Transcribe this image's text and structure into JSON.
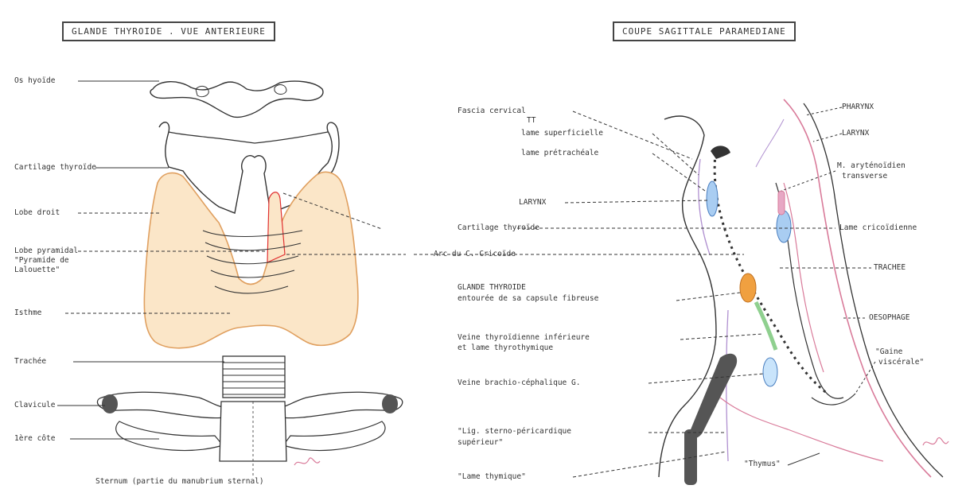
{
  "left_panel": {
    "title": "GLANDE THYROIDE . VUE ANTERIEURE",
    "labels": {
      "os_hyoide": "Os hyoïde",
      "cartilage_thyroide": "Cartilage thyroïde",
      "lobe_droit": "Lobe droit",
      "lobe_pyramidal_1": "Lobe pyramidal",
      "lobe_pyramidal_2": "\"Pyramide de",
      "lobe_pyramidal_3": "Lalouette\"",
      "isthme": "Isthme",
      "trachee": "Trachée",
      "clavicule": "Clavicule",
      "premiere_cote": "1ère côte"
    },
    "caption": "Sternum (partie du manubrium sternal)"
  },
  "right_panel": {
    "title": "COUPE SAGITTALE PARAMEDIANE",
    "labels": {
      "fascia_cervical": "Fascia cervical",
      "fascia_cervical_arrow": "TT",
      "lame_superficielle": "lame superficielle",
      "lame_prevertebrale": "lame prétrachéale",
      "larynx": "LARYNX",
      "cartilage_thyroide": "Cartilage thyroïde",
      "arc_cricoide": "Arc du C. Cricoïde",
      "glande_thyroide_1": "GLANDE THYROIDE",
      "glande_thyroide_2": "entourée de sa capsule fibreuse",
      "veine_thyroidienne_1": "Veine thyroïdienne inférieure",
      "veine_thyroidienne_2": "et lame thyrothymique",
      "veine_brachio": "Veine brachio-céphalique G.",
      "lig_sterno_1": "\"Lig. sterno-péricardique",
      "lig_sterno_2": "supérieur\"",
      "lame_thymique": "\"Lame thymique\"",
      "pharynx": "PHARYNX",
      "larynx_r": "LARYNX",
      "m_aryteno_1": "M. aryténoïdien",
      "m_aryteno_2": "transverse",
      "lame_cricoidienne": "Lame cricoïdienne",
      "trachee": "TRACHEE",
      "oesophage": "OESOPHAGE",
      "gaine_1": "\"Gaine",
      "gaine_2": "viscérale\"",
      "thymus": "\"Thymus\""
    }
  },
  "colors": {
    "thyroid_fill": "#fbe6c8",
    "thyroid_stroke": "#e0a060",
    "pink_line": "#d97b9a",
    "blue": "#7fb0e8",
    "orange": "#f0a040",
    "green": "#8fd08f",
    "purple": "#b090d0",
    "red": "#e03030"
  }
}
